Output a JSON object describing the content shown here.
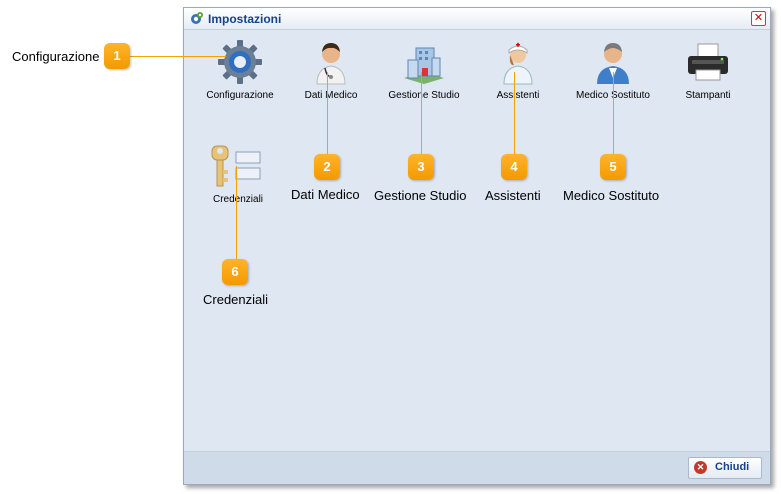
{
  "window": {
    "title": "Impostazioni",
    "close_glyph": "✕",
    "items": [
      {
        "label": "Configurazione",
        "icon": "gear-icon"
      },
      {
        "label": "Dati Medico",
        "icon": "doctor-icon"
      },
      {
        "label": "Gestione Studio",
        "icon": "building-icon"
      },
      {
        "label": "Assistenti",
        "icon": "nurse-icon"
      },
      {
        "label": "Medico Sostituto",
        "icon": "substitute-doctor-icon"
      },
      {
        "label": "Stampanti",
        "icon": "printer-icon"
      },
      {
        "label": "Credenziali",
        "icon": "key-icon"
      }
    ],
    "footer": {
      "close_label": "Chiudi",
      "close_icon_glyph": "✕"
    }
  },
  "callouts": [
    {
      "number": "1",
      "label": "Configurazione"
    },
    {
      "number": "2",
      "label": "Dati Medico"
    },
    {
      "number": "3",
      "label": "Gestione Studio"
    },
    {
      "number": "4",
      "label": "Assistenti"
    },
    {
      "number": "5",
      "label": "Medico Sostituto"
    },
    {
      "number": "6",
      "label": "Credenziali"
    }
  ],
  "colors": {
    "accent": "#f39a00",
    "title_text": "#15428b",
    "window_bg": "#dfe7f3"
  }
}
